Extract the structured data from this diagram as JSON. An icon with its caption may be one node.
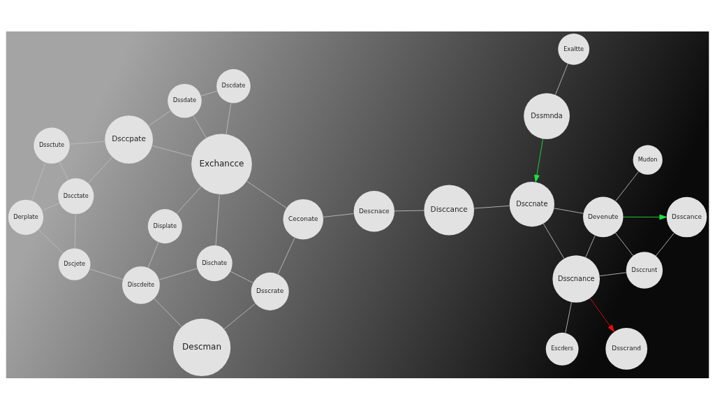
{
  "diagram": {
    "nodes": [
      {
        "text": [
          "Descman"
        ]
      },
      {
        "text": [
          "Descnace"
        ]
      },
      {
        "text": [
          "Mudon"
        ]
      },
      {
        "text": [
          "Dsscrate"
        ]
      },
      {
        "text": [
          "Disccance"
        ]
      },
      {
        "text": [
          "Dsscance"
        ]
      },
      {
        "text": [
          "Ceconate"
        ]
      },
      {
        "text": [
          "Devenute"
        ]
      },
      {
        "text": [
          "Dischate"
        ]
      },
      {
        "text": [
          "Discdeite"
        ]
      },
      {
        "text": [
          "Dsccnate"
        ]
      },
      {
        "text": [
          "Dsccrunt"
        ]
      },
      {
        "text": [
          "Exchancce"
        ]
      },
      {
        "text": [
          "Exaltte"
        ]
      },
      {
        "text": [
          "Displate"
        ]
      },
      {
        "text": [
          "Dscjete"
        ]
      },
      {
        "text": [
          "Dsscnance"
        ]
      },
      {
        "text": [
          "Dscctate"
        ]
      },
      {
        "text": [
          "Dssmnda"
        ]
      },
      {
        "text": [
          "Dscdate"
        ]
      },
      {
        "text": [
          "Derplate"
        ]
      },
      {
        "text": [
          "Dsscrand"
        ]
      },
      {
        "text": [
          "Dsccpate"
        ]
      },
      {
        "text": [
          "Dssdate"
        ]
      },
      {
        "text": [
          "Escders"
        ]
      },
      {
        "text": [
          "Dssctute"
        ]
      }
    ],
    "edges": [
      {
        "from": 0,
        "to": 3,
        "arrow": "none"
      },
      {
        "from": 0,
        "to": 9,
        "arrow": "none"
      },
      {
        "from": 3,
        "to": 8,
        "arrow": "none"
      },
      {
        "from": 3,
        "to": 6,
        "arrow": "none"
      },
      {
        "from": 6,
        "to": 1,
        "arrow": "none"
      },
      {
        "from": 1,
        "to": 4,
        "arrow": "none"
      },
      {
        "from": 4,
        "to": 10,
        "arrow": "none"
      },
      {
        "from": 8,
        "to": 9,
        "arrow": "none"
      },
      {
        "from": 8,
        "to": 12,
        "arrow": "none"
      },
      {
        "from": 6,
        "to": 12,
        "arrow": "none"
      },
      {
        "from": 9,
        "to": 15,
        "arrow": "none"
      },
      {
        "from": 9,
        "to": 14,
        "arrow": "none"
      },
      {
        "from": 14,
        "to": 12,
        "arrow": "none"
      },
      {
        "from": 15,
        "to": 17,
        "arrow": "none"
      },
      {
        "from": 15,
        "to": 20,
        "arrow": "none"
      },
      {
        "from": 17,
        "to": 20,
        "arrow": "none"
      },
      {
        "from": 17,
        "to": 25,
        "arrow": "none"
      },
      {
        "from": 17,
        "to": 22,
        "arrow": "none"
      },
      {
        "from": 20,
        "to": 25,
        "arrow": "none"
      },
      {
        "from": 25,
        "to": 22,
        "arrow": "none"
      },
      {
        "from": 22,
        "to": 12,
        "arrow": "none"
      },
      {
        "from": 22,
        "to": 23,
        "arrow": "none"
      },
      {
        "from": 12,
        "to": 23,
        "arrow": "none"
      },
      {
        "from": 12,
        "to": 19,
        "arrow": "none"
      },
      {
        "from": 19,
        "to": 23,
        "arrow": "none"
      },
      {
        "from": 13,
        "to": 18,
        "arrow": "none"
      },
      {
        "from": 18,
        "to": 10,
        "arrow": "to",
        "color": "#22dd44"
      },
      {
        "from": 10,
        "to": 7,
        "arrow": "none"
      },
      {
        "from": 10,
        "to": 16,
        "arrow": "none"
      },
      {
        "from": 2,
        "to": 7,
        "arrow": "none"
      },
      {
        "from": 7,
        "to": 5,
        "arrow": "to",
        "color": "#22dd44"
      },
      {
        "from": 7,
        "to": 11,
        "arrow": "none"
      },
      {
        "from": 7,
        "to": 16,
        "arrow": "none"
      },
      {
        "from": 11,
        "to": 5,
        "arrow": "none"
      },
      {
        "from": 11,
        "to": 16,
        "arrow": "none"
      },
      {
        "from": 16,
        "to": 21,
        "arrow": "to",
        "color": "#e01010"
      },
      {
        "from": 16,
        "to": 24,
        "arrow": "none"
      }
    ]
  }
}
